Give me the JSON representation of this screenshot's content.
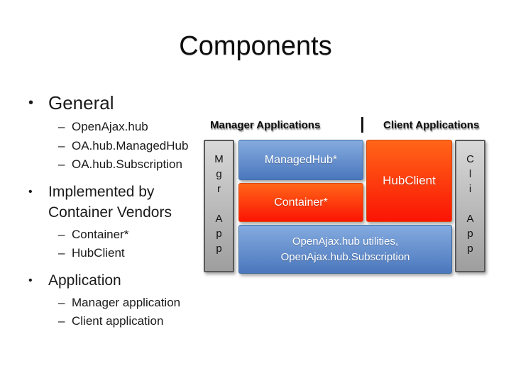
{
  "slide": {
    "title": "Components"
  },
  "outline": {
    "bullet_glyph": "•",
    "sub_bullet_glyph": "–",
    "sections": [
      {
        "title": "General",
        "items": [
          "OpenAjax.hub",
          "OA.hub.ManagedHub",
          "OA.hub.Subscription"
        ]
      },
      {
        "title": "Implemented by Container Vendors",
        "items": [
          "Container*",
          "HubClient"
        ]
      },
      {
        "title": "Application",
        "items": [
          "Manager application",
          "Client application"
        ]
      }
    ]
  },
  "diagram": {
    "column_labels": {
      "manager": "Manager Applications",
      "client": "Client Applications"
    },
    "boxes": {
      "mgr_app": {
        "name": "Mgr App",
        "lines": [
          "M",
          "g",
          "r",
          "",
          "A",
          "p",
          "p"
        ]
      },
      "managed_hub": {
        "label": "ManagedHub*"
      },
      "container": {
        "label": "Container*"
      },
      "hub_client": {
        "label": "HubClient"
      },
      "hub_utilities": {
        "line1": "OpenAjax.hub utilities,",
        "line2": "OpenAjax.hub.Subscription"
      },
      "cli_app": {
        "name": "Cli App",
        "lines": [
          "C",
          "l",
          "i",
          "",
          "A",
          "p",
          "p"
        ]
      }
    },
    "colors": {
      "blue_top": "#85ABDF",
      "blue_bottom": "#4A77BD",
      "blue_border": "#44709F",
      "orange_top": "#FF6618",
      "orange_bottom": "#FB1404",
      "orange_border": "#D84B12",
      "gray_top": "#D8D8D8",
      "gray_bottom": "#9E9E9E",
      "gray_border": "#595959"
    }
  }
}
